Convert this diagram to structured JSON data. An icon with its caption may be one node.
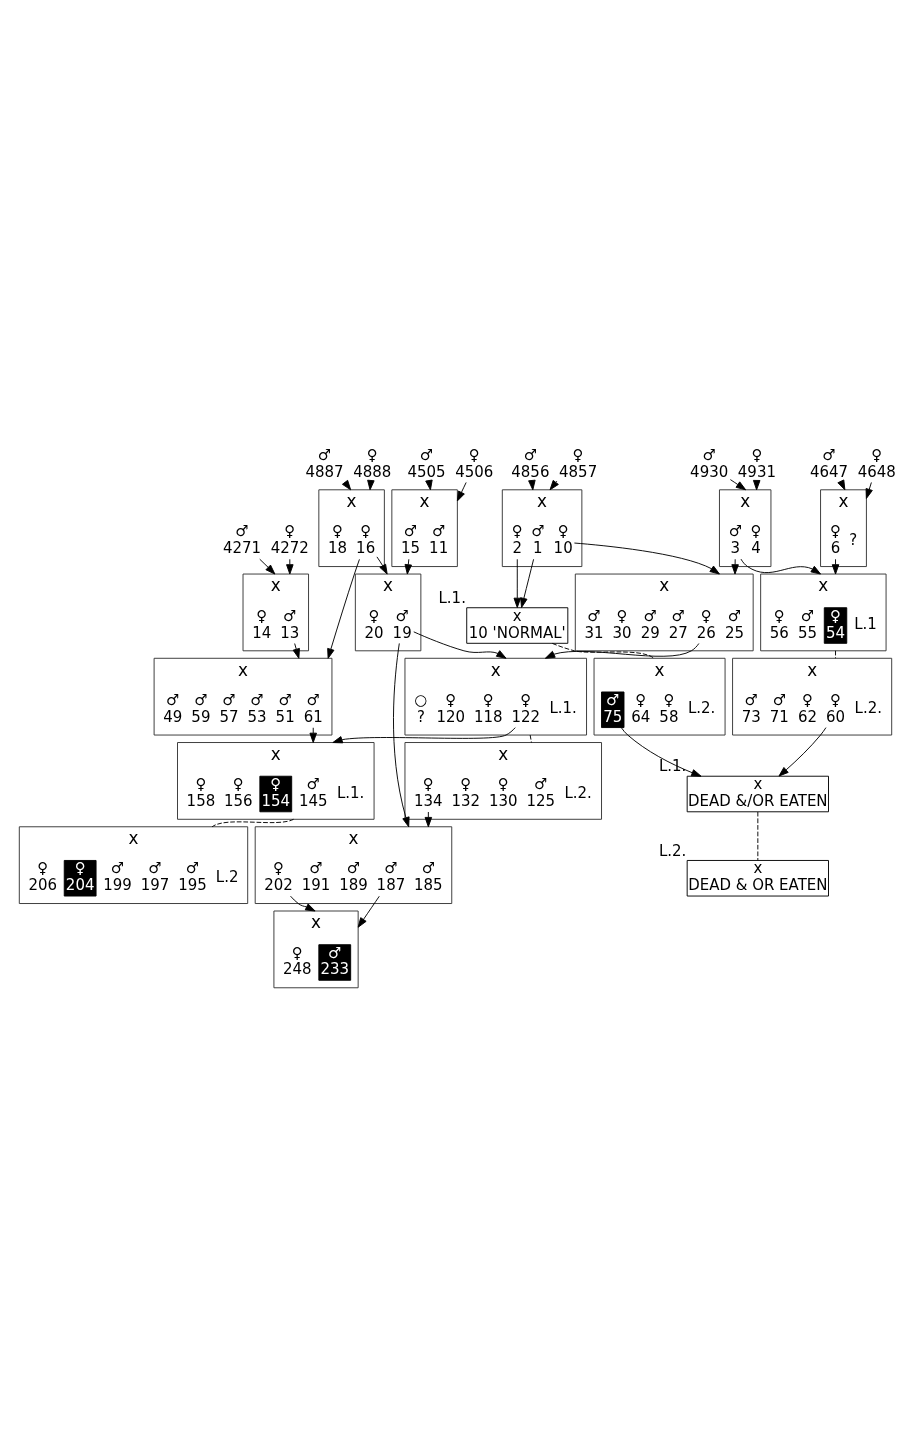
{
  "diagram": {
    "nodes": [
      {
        "text": [
          "♂",
          "4271"
        ]
      },
      {
        "text": [
          "♀",
          "4272"
        ]
      },
      {
        "text": [
          "x"
        ]
      },
      {
        "text": [
          "♂",
          "13"
        ],
        "in": 2
      },
      {
        "text": [
          "♀",
          "14"
        ],
        "in": 2
      },
      {
        "text": [
          "♂",
          "4887"
        ]
      },
      {
        "text": [
          "♀",
          "4888"
        ]
      },
      {
        "text": [
          "x"
        ]
      },
      {
        "text": [
          "♀",
          "16"
        ],
        "in": 7
      },
      {
        "text": [
          "♀",
          "18"
        ],
        "in": 7
      },
      {
        "text": [
          "♂",
          "4505"
        ]
      },
      {
        "text": [
          "♀",
          "4506"
        ]
      },
      {
        "text": [
          "x"
        ]
      },
      {
        "text": [
          "♂",
          "11"
        ],
        "in": 12
      },
      {
        "text": [
          "♂",
          "15"
        ],
        "in": 12
      },
      {
        "text": [
          "♂",
          "4856"
        ]
      },
      {
        "text": [
          "♀",
          "4857"
        ]
      },
      {
        "text": [
          "x"
        ]
      },
      {
        "text": [
          "♂",
          "1"
        ],
        "in": 17
      },
      {
        "text": [
          "♀",
          "2"
        ],
        "in": 17
      },
      {
        "text": [
          "♀",
          "10"
        ],
        "in": 17
      },
      {
        "text": [
          "♂",
          "4930"
        ]
      },
      {
        "text": [
          "♀",
          "4931"
        ]
      },
      {
        "text": [
          "x"
        ]
      },
      {
        "text": [
          "♀",
          "4"
        ],
        "in": 23
      },
      {
        "text": [
          "♂",
          "3"
        ],
        "in": 23
      },
      {
        "text": [
          "♂",
          "4647"
        ]
      },
      {
        "text": [
          "♀",
          "4648"
        ]
      },
      {
        "text": [
          "x"
        ]
      },
      {
        "text": [
          "?"
        ],
        "in": 28
      },
      {
        "text": [
          "♀",
          "6"
        ],
        "in": 28
      },
      {
        "text": [
          "x"
        ]
      },
      {
        "text": [
          "♂",
          "61"
        ],
        "in": 31
      },
      {
        "text": [
          "♂",
          "51"
        ],
        "in": 31
      },
      {
        "text": [
          "♂",
          "53"
        ],
        "in": 31
      },
      {
        "text": [
          "♂",
          "57"
        ],
        "in": 31
      },
      {
        "text": [
          "♂",
          "59"
        ],
        "in": 31
      },
      {
        "text": [
          "♂",
          "49"
        ],
        "in": 31
      },
      {
        "text": [
          "x"
        ]
      },
      {
        "text": [
          "♂",
          "19"
        ],
        "in": 38
      },
      {
        "text": [
          "♀",
          "20"
        ],
        "in": 38
      },
      {
        "text": [
          "x",
          "10 'NORMAL'"
        ],
        "beside": [
          "L.1."
        ]
      },
      {
        "text": [
          "x"
        ],
        "beside": [
          "L.2."
        ]
      },
      {
        "text": [
          "♀",
          "58"
        ],
        "in": 42
      },
      {
        "text": [
          "♀",
          "64"
        ],
        "in": 42
      },
      {
        "text": [
          "♂",
          "75"
        ],
        "in": 42
      },
      {
        "text": [
          "x"
        ]
      },
      {
        "text": [
          "♂",
          "25"
        ],
        "in": 46
      },
      {
        "text": [
          "♀",
          "26"
        ],
        "in": 46
      },
      {
        "text": [
          "♂",
          "27"
        ],
        "in": 46
      },
      {
        "text": [
          "♂",
          "29"
        ],
        "in": 46
      },
      {
        "text": [
          "♀",
          "30"
        ],
        "in": 46
      },
      {
        "text": [
          "♂",
          "31"
        ],
        "in": 46
      },
      {
        "text": [
          "x"
        ],
        "beside": [
          "L.1"
        ]
      },
      {
        "text": [
          "♀",
          "54"
        ],
        "in": 53
      },
      {
        "text": [
          "♂",
          "55"
        ],
        "in": 53
      },
      {
        "text": [
          "♀",
          "56"
        ],
        "in": 53
      },
      {
        "text": [
          "x"
        ],
        "beside": [
          "L.2."
        ]
      },
      {
        "text": [
          "♀",
          "60"
        ],
        "in": 57
      },
      {
        "text": [
          "♀",
          "62"
        ],
        "in": 57
      },
      {
        "text": [
          "♂",
          "71"
        ],
        "in": 57
      },
      {
        "text": [
          "♂",
          "73"
        ],
        "in": 57
      },
      {
        "text": [
          "x",
          "DEAD &/OR EATEN"
        ],
        "beside": [
          "L.1."
        ]
      },
      {
        "text": [
          "x",
          "DEAD & OR EATEN"
        ],
        "beside": [
          "L.2."
        ]
      },
      {
        "text": [
          "x"
        ],
        "beside": [
          "L.1."
        ]
      },
      {
        "text": [
          "♀",
          "122"
        ],
        "in": 64
      },
      {
        "text": [
          "♀",
          "118"
        ],
        "in": 64
      },
      {
        "text": [
          "♀",
          "120"
        ],
        "in": 64
      },
      {
        "text": [
          "○",
          "?"
        ],
        "in": 64
      },
      {
        "text": [
          "x"
        ],
        "beside": [
          "L.2."
        ]
      },
      {
        "text": [
          "♂",
          "125"
        ],
        "in": 69
      },
      {
        "text": [
          "♀",
          "130"
        ],
        "in": 69
      },
      {
        "text": [
          "♀",
          "132"
        ],
        "in": 69
      },
      {
        "text": [
          "♀",
          "134"
        ],
        "in": 69
      },
      {
        "text": [
          "x"
        ]
      },
      {
        "text": [
          "♂",
          "185"
        ],
        "in": 74
      },
      {
        "text": [
          "♂",
          "187"
        ],
        "in": 74
      },
      {
        "text": [
          "♂",
          "189"
        ],
        "in": 74
      },
      {
        "text": [
          "♂",
          "191"
        ],
        "in": 74
      },
      {
        "text": [
          "♀",
          "202"
        ],
        "in": 74
      },
      {
        "text": [
          "x"
        ]
      },
      {
        "text": [
          "♂",
          "233"
        ],
        "in": 80
      },
      {
        "text": [
          "♀",
          "248"
        ],
        "in": 80
      },
      {
        "text": [
          "x"
        ],
        "beside": [
          "L.1."
        ]
      },
      {
        "text": [
          "♂",
          "145"
        ],
        "in": 83
      },
      {
        "text": [
          "♀",
          "154"
        ],
        "in": 83
      },
      {
        "text": [
          "♀",
          "156"
        ],
        "in": 83
      },
      {
        "text": [
          "♀",
          "158"
        ],
        "in": 83
      },
      {
        "text": [
          "x"
        ],
        "beside": [
          "L.2"
        ]
      },
      {
        "text": [
          "♂",
          "195"
        ],
        "in": 88
      },
      {
        "text": [
          "♂",
          "197"
        ],
        "in": 88
      },
      {
        "text": [
          "♂",
          "199"
        ],
        "in": 88
      },
      {
        "text": [
          "♀",
          "204"
        ],
        "in": 88
      },
      {
        "text": [
          "♀",
          "206"
        ],
        "in": 88
      }
    ],
    "edges": [
      {
        "from": 0,
        "to": 2,
        "arrow": "to"
      },
      {
        "from": 1,
        "to": 2,
        "arrow": "to"
      },
      {
        "from": 5,
        "to": 7,
        "arrow": "to"
      },
      {
        "from": 6,
        "to": 7,
        "arrow": "to"
      },
      {
        "from": 10,
        "to": 12,
        "arrow": "to"
      },
      {
        "from": 11,
        "to": 12,
        "arrow": "to"
      },
      {
        "from": 15,
        "to": 17,
        "arrow": "to"
      },
      {
        "from": 16,
        "to": 17,
        "arrow": "to"
      },
      {
        "from": 21,
        "to": 23,
        "arrow": "to"
      },
      {
        "from": 22,
        "to": 23,
        "arrow": "to"
      },
      {
        "from": 26,
        "to": 28,
        "arrow": "to"
      },
      {
        "from": 27,
        "to": 28,
        "arrow": "to"
      },
      {
        "from": 3,
        "to": 31,
        "arrow": "to"
      },
      {
        "from": 8,
        "to": 31,
        "arrow": "to"
      },
      {
        "from": 8,
        "to": 38,
        "arrow": "to"
      },
      {
        "from": 14,
        "to": 38,
        "arrow": "to"
      },
      {
        "from": 18,
        "to": 41,
        "arrow": "to"
      },
      {
        "from": 19,
        "to": 41,
        "arrow": "to"
      },
      {
        "from": 41,
        "to": 42,
        "arrow": "none",
        "style": "dashed"
      },
      {
        "from": 20,
        "to": 46,
        "arrow": "to"
      },
      {
        "from": 25,
        "to": 46,
        "arrow": "to"
      },
      {
        "from": 25,
        "to": 53,
        "arrow": "to"
      },
      {
        "from": 30,
        "to": 53,
        "arrow": "to"
      },
      {
        "from": 53,
        "to": 57,
        "arrow": "none",
        "style": "dashed"
      },
      {
        "from": 58,
        "to": 62,
        "arrow": "to"
      },
      {
        "from": 45,
        "to": 62,
        "arrow": "to"
      },
      {
        "from": 62,
        "to": 63,
        "arrow": "none",
        "style": "dashed"
      },
      {
        "from": 48,
        "to": 64,
        "arrow": "to"
      },
      {
        "from": 39,
        "to": 64,
        "arrow": "to"
      },
      {
        "from": 64,
        "to": 69,
        "arrow": "none",
        "style": "dashed"
      },
      {
        "from": 39,
        "to": 74,
        "arrow": "to"
      },
      {
        "from": 73,
        "to": 74,
        "arrow": "to"
      },
      {
        "from": 76,
        "to": 80,
        "arrow": "to"
      },
      {
        "from": 79,
        "to": 80,
        "arrow": "to"
      },
      {
        "from": 32,
        "to": 83,
        "arrow": "to"
      },
      {
        "from": 65,
        "to": 83,
        "arrow": "to"
      },
      {
        "from": 83,
        "to": 88,
        "arrow": "none",
        "style": "dashed"
      }
    ]
  }
}
